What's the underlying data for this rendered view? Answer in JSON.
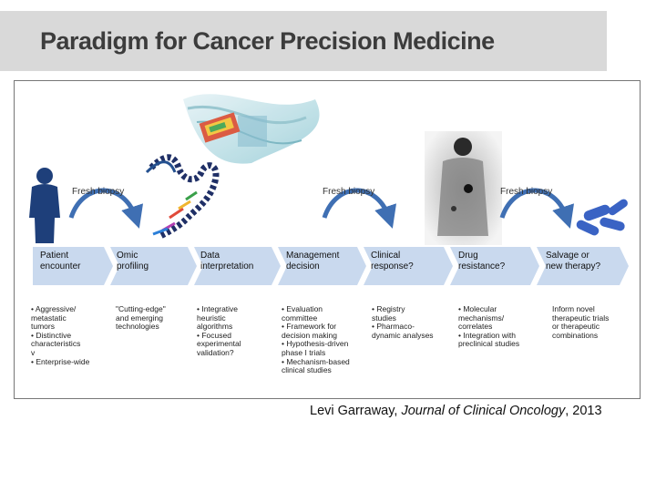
{
  "title": "Paradigm for Cancer Precision Medicine",
  "fresh_biopsy_labels": [
    "Fresh biopsy",
    "Fresh biopsy",
    "Fresh biopsy"
  ],
  "steps": [
    {
      "line1": "Patient",
      "line2": "encounter"
    },
    {
      "line1": "Omic",
      "line2": "profiling"
    },
    {
      "line1": "Data",
      "line2": "interpretation"
    },
    {
      "line1": "Management",
      "line2": "decision"
    },
    {
      "line1": "Clinical",
      "line2": "response?"
    },
    {
      "line1": "Drug",
      "line2": "resistance?"
    },
    {
      "line1": "Salvage or",
      "line2": "new therapy?"
    }
  ],
  "notes": [
    [
      "• Aggressive/",
      "  metastatic",
      "  tumors",
      "• Distinctive",
      "  characteristics",
      "          v",
      "• Enterprise-wide"
    ],
    [
      "\"Cutting-edge\"",
      "and emerging",
      "technologies"
    ],
    [
      "• Integrative",
      "  heuristic",
      "  algorithms",
      "• Focused",
      "  experimental",
      "  validation?"
    ],
    [
      "• Evaluation",
      "  committee",
      "• Framework for",
      "  decision making",
      "• Hypothesis-driven",
      "  phase I trials",
      "• Mechanism-based",
      "  clinical studies"
    ],
    [
      "• Registry",
      "  studies",
      "• Pharmaco-",
      "  dynamic analyses"
    ],
    [
      "• Molecular",
      "  mechanisms/",
      "  correlates",
      "• Integration with",
      "  preclinical studies"
    ],
    [
      "Inform novel",
      "therapeutic trials",
      "or therapeutic",
      "combinations"
    ]
  ],
  "citation": {
    "author": "Levi Garraway, ",
    "journal": "Journal of Clinical Oncology",
    "year": ", 2013"
  },
  "colors": {
    "arrow_fill": "#c9d9ee",
    "curve_arrow": "#3f6fb3",
    "person": "#1e3f7a",
    "pills": "#3a63c4"
  }
}
